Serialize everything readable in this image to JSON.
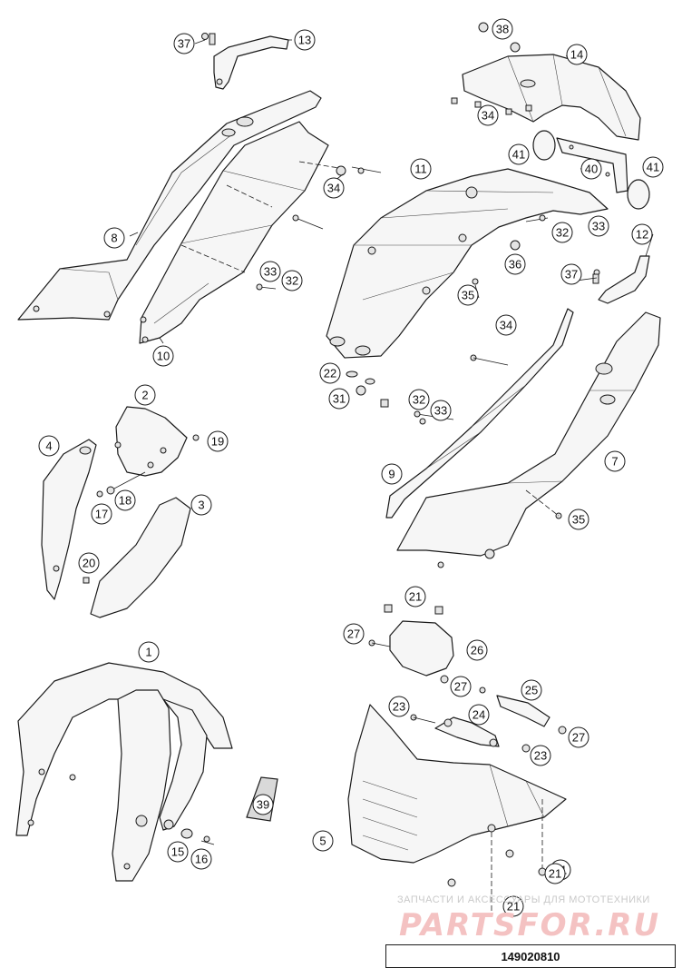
{
  "callouts": [
    "1",
    "2",
    "3",
    "4",
    "5",
    "7",
    "8",
    "9",
    "10",
    "11",
    "12",
    "13",
    "14",
    "15",
    "16",
    "17",
    "18",
    "19",
    "20",
    "21",
    "21",
    "21",
    "21",
    "22",
    "23",
    "23",
    "24",
    "25",
    "26",
    "27",
    "27",
    "27",
    "31",
    "32",
    "32",
    "32",
    "33",
    "33",
    "33",
    "34",
    "34",
    "34",
    "35",
    "35",
    "36",
    "37",
    "37",
    "38",
    "39",
    "40",
    "41",
    "41"
  ],
  "drawing_id": "149020810",
  "watermark": {
    "text": "ЗАПЧАСТИ И АКСЕССУАРЫ ДЛЯ МОТОТЕХНИКИ",
    "logo": "PARTSFOR.RU"
  }
}
